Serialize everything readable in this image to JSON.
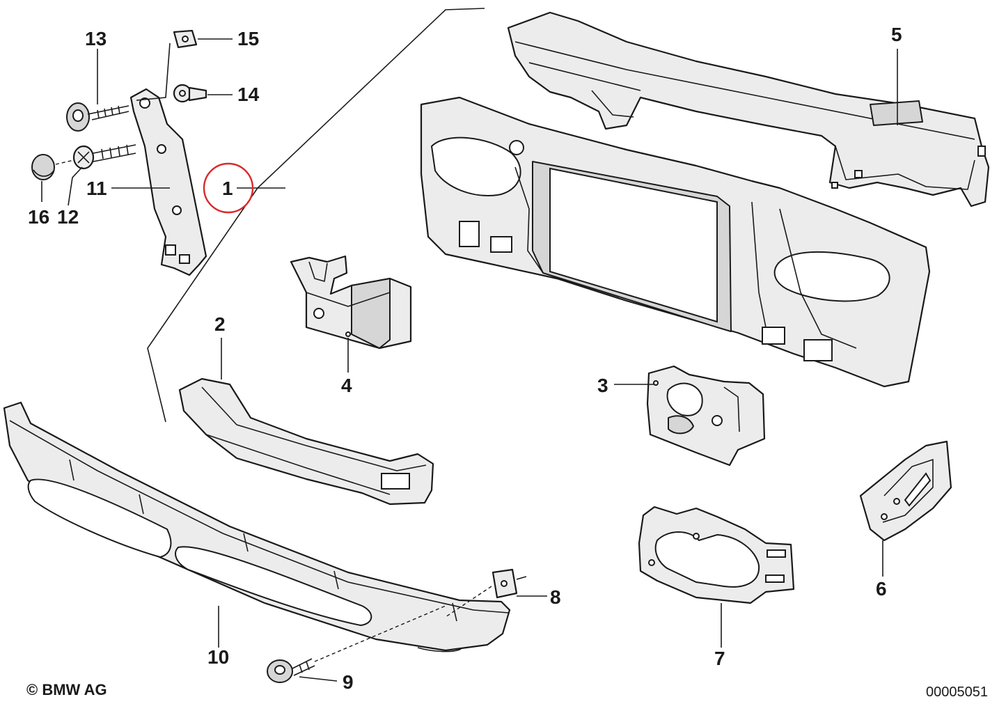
{
  "diagram": {
    "part_labels": [
      {
        "id": "p1",
        "text": "1"
      },
      {
        "id": "p2",
        "text": "2"
      },
      {
        "id": "p3",
        "text": "3"
      },
      {
        "id": "p4",
        "text": "4"
      },
      {
        "id": "p5",
        "text": "5"
      },
      {
        "id": "p6",
        "text": "6"
      },
      {
        "id": "p7",
        "text": "7"
      },
      {
        "id": "p8",
        "text": "8"
      },
      {
        "id": "p9",
        "text": "9"
      },
      {
        "id": "p10",
        "text": "10"
      },
      {
        "id": "p11",
        "text": "11"
      },
      {
        "id": "p12",
        "text": "12"
      },
      {
        "id": "p13",
        "text": "13"
      },
      {
        "id": "p14",
        "text": "14"
      },
      {
        "id": "p15",
        "text": "15"
      },
      {
        "id": "p16",
        "text": "16"
      }
    ],
    "highlighted_part": "1",
    "highlight_color": "#d92b2b",
    "line_color": "#1a1a1a"
  },
  "footer": {
    "copyright": "© BMW AG",
    "drawing_number": "00005051"
  }
}
